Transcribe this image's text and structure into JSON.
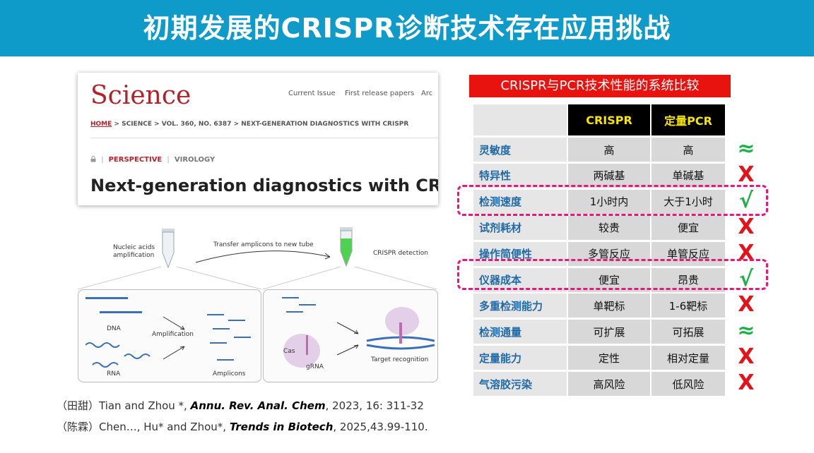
{
  "header": {
    "title": "初期发展的CRISPR诊断技术存在应用挑战"
  },
  "article": {
    "logo": "Science",
    "nav": [
      "Current Issue",
      "First release papers",
      "Arc"
    ],
    "breadcrumb": {
      "home": "HOME",
      "rest": "  >  SCIENCE  >  VOL. 360, NO. 6387  >  NEXT-GENERATION DIAGNOSTICS WITH CRISPR"
    },
    "tag_icon": "lock-icon",
    "tag_perspective": "PERSPECTIVE",
    "tag_virology": "VIROLOGY",
    "headline": "Next-generation diagnostics with CRISPR"
  },
  "diagram": {
    "tube1_label": "Nucleic acids\namplification",
    "transfer_label": "Transfer amplicons to new tube",
    "tube2_label": "CRISPR detection",
    "dna": "DNA",
    "amplification": "Amplification",
    "rna": "RNA",
    "amplicons": "Amplicons",
    "cas": "Cas",
    "grna": "gRNA",
    "target": "Target recognition"
  },
  "references": [
    {
      "prefix": "（田甜）Tian and Zhou *, ",
      "journal": "Annu. Rev. Anal. Chem",
      "suffix": ", 2023, 16: 311-32"
    },
    {
      "prefix": "（陈霖）Chen…, Hu* and Zhou*, ",
      "journal": "Trends in Biotech",
      "suffix": ", 2025,43.99-110."
    }
  ],
  "comparison": {
    "title": "CRISPR与PCR技术性能的系统比较",
    "columns": [
      "CRISPR",
      "定量PCR"
    ],
    "rows": [
      {
        "label": "灵敏度",
        "crispr": "高",
        "pcr": "高",
        "mark": "≈",
        "mark_type": "approx"
      },
      {
        "label": "特异性",
        "crispr": "两碱基",
        "pcr": "单碱基",
        "mark": "X",
        "mark_type": "cross"
      },
      {
        "label": "检测速度",
        "crispr": "1小时内",
        "pcr": "大于1小时",
        "mark": "√",
        "mark_type": "check"
      },
      {
        "label": "试剂耗材",
        "crispr": "较贵",
        "pcr": "便宜",
        "mark": "X",
        "mark_type": "cross"
      },
      {
        "label": "操作简便性",
        "crispr": "多管反应",
        "pcr": "单管反应",
        "mark": "X",
        "mark_type": "cross"
      },
      {
        "label": "仪器成本",
        "crispr": "便宜",
        "pcr": "昂贵",
        "mark": "√",
        "mark_type": "check"
      },
      {
        "label": "多重检测能力",
        "crispr": "单靶标",
        "pcr": "1-6靶标",
        "mark": "X",
        "mark_type": "cross"
      },
      {
        "label": "检测通量",
        "crispr": "可扩展",
        "pcr": "可拓展",
        "mark": "≈",
        "mark_type": "approx"
      },
      {
        "label": "定量能力",
        "crispr": "定性",
        "pcr": "相对定量",
        "mark": "X",
        "mark_type": "cross"
      },
      {
        "label": "气溶胶污染",
        "crispr": "高风险",
        "pcr": "低风险",
        "mark": "X",
        "mark_type": "cross"
      }
    ],
    "colors": {
      "approx": "#21b04a",
      "cross": "#e3121b",
      "check": "#21b04a"
    }
  }
}
